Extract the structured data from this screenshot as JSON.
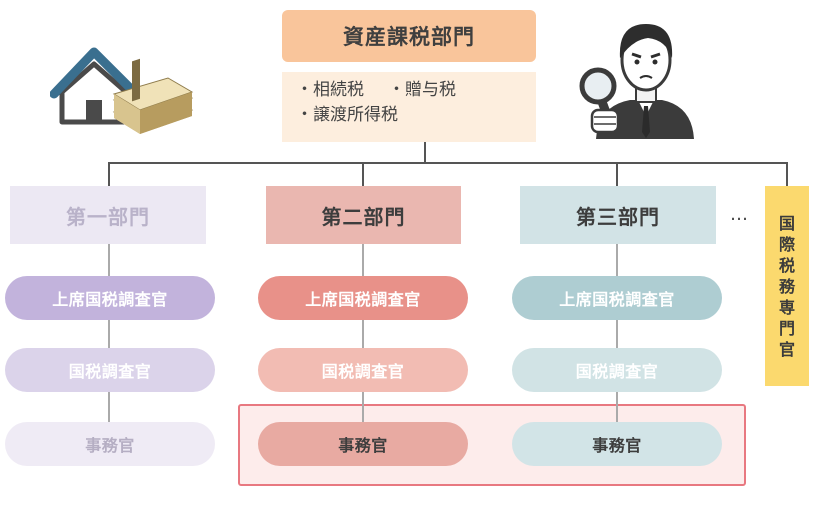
{
  "top": {
    "title": "資産課税部門",
    "items": [
      "・相続税",
      "・贈与税",
      "・譲渡所得税"
    ]
  },
  "departments": [
    {
      "name": "第一部門",
      "roles": [
        "上席国税調査官",
        "国税調査官",
        "事務官"
      ]
    },
    {
      "name": "第二部門",
      "roles": [
        "上席国税調査官",
        "国税調査官",
        "事務官"
      ]
    },
    {
      "name": "第三部門",
      "roles": [
        "上席国税調査官",
        "国税調査官",
        "事務官"
      ]
    }
  ],
  "ellipsis": "…",
  "specialist": {
    "chars": [
      "国",
      "際",
      "税",
      "務",
      "専",
      "門",
      "官"
    ]
  },
  "icons": [
    "house-and-money-icon",
    "investigator-magnifier-icon"
  ],
  "colors": {
    "top_title_bg": "#f9c59b",
    "top_desc_bg": "#fdeede",
    "dept1_bg": "#ece8f3",
    "dept2_bg": "#eab7b0",
    "dept3_bg": "#d2e3e6",
    "specialist_bg": "#fbd96e",
    "highlight_border": "#e87880"
  }
}
